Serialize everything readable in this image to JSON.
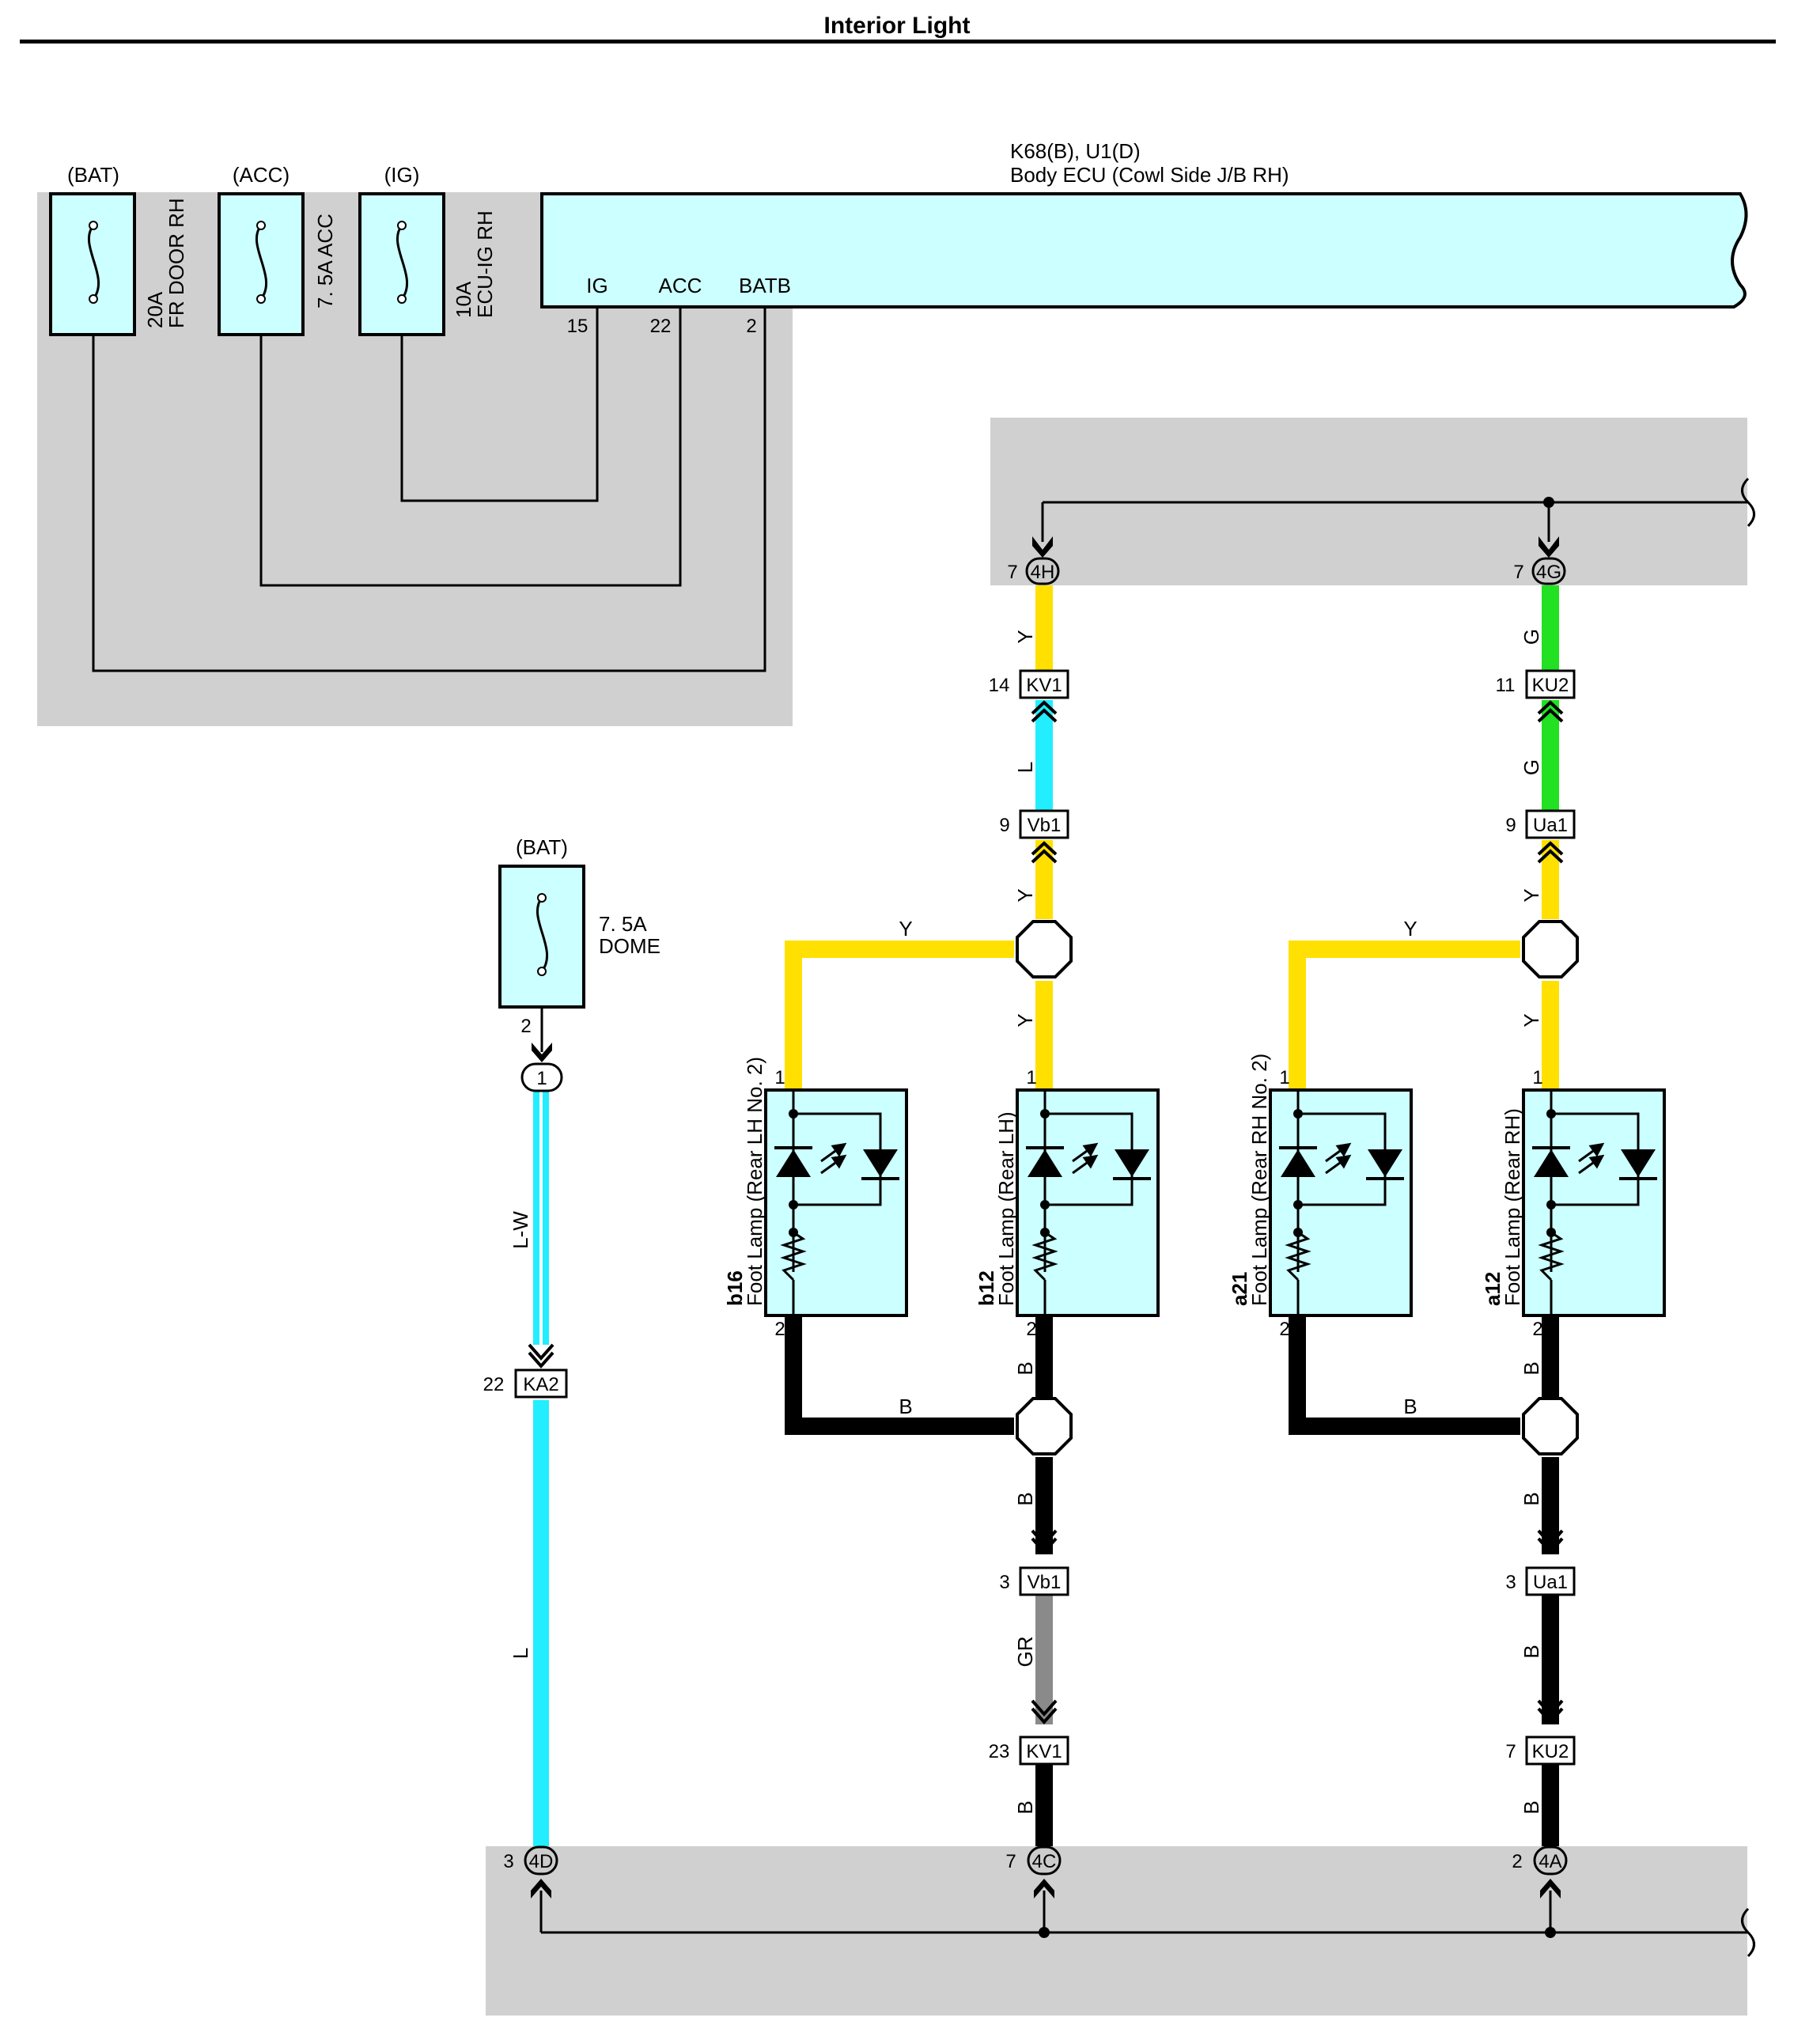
{
  "title": "Interior Light",
  "colors": {
    "Y": "#ffe000",
    "G": "#22e022",
    "L": "#22eeff",
    "B": "#000000",
    "GR": "#8a8a8a",
    "component_fill": "#ccffff",
    "area_fill": "#d0d0d0"
  },
  "fuses": {
    "fr_door": {
      "source": "(BAT)",
      "rating": "20A",
      "name": "FR DOOR RH"
    },
    "acc": {
      "source": "(ACC)",
      "rating": "7. 5A ACC"
    },
    "ecu_ig": {
      "source": "(IG)",
      "rating": "10A",
      "name": "ECU-IG RH"
    },
    "dome": {
      "source": "(BAT)",
      "rating": "7. 5A",
      "name": "DOME",
      "pin": "2"
    }
  },
  "ecu": {
    "code": "K68(B), U1(D)",
    "name": "Body ECU (Cowl Side J/B RH)",
    "terminals": [
      {
        "name": "IG",
        "pin": "15"
      },
      {
        "name": "ACC",
        "pin": "22"
      },
      {
        "name": "BATB",
        "pin": "2"
      }
    ]
  },
  "junctions": {
    "upper_lh": {
      "label": "4H",
      "pin": "7"
    },
    "upper_rh": {
      "label": "4G",
      "pin": "7"
    },
    "lower_dome": {
      "label": "4D",
      "pin": "3"
    },
    "lower_lh": {
      "label": "4C",
      "pin": "7"
    },
    "lower_rh": {
      "label": "4A",
      "pin": "2"
    },
    "dome_conn": {
      "label": "1"
    }
  },
  "connectors": {
    "kv1_top": {
      "label": "KV1",
      "pin": "14"
    },
    "ku2_top": {
      "label": "KU2",
      "pin": "11"
    },
    "vb1_top": {
      "label": "Vb1",
      "pin": "9"
    },
    "ua1_top": {
      "label": "Ua1",
      "pin": "9"
    },
    "ka2": {
      "label": "KA2",
      "pin": "22"
    },
    "vb1_bot": {
      "label": "Vb1",
      "pin": "3"
    },
    "ua1_bot": {
      "label": "Ua1",
      "pin": "3"
    },
    "kv1_bot": {
      "label": "KV1",
      "pin": "23"
    },
    "ku2_bot": {
      "label": "KU2",
      "pin": "7"
    }
  },
  "lamps": [
    {
      "code": "b16",
      "name": "Foot Lamp (Rear LH No. 2)",
      "pin_top": "1",
      "pin_bottom": "2"
    },
    {
      "code": "b12",
      "name": "Foot Lamp (Rear LH)",
      "pin_top": "1",
      "pin_bottom": "2"
    },
    {
      "code": "a21",
      "name": "Foot Lamp (Rear RH No. 2)",
      "pin_top": "1",
      "pin_bottom": "2"
    },
    {
      "code": "a12",
      "name": "Foot Lamp (Rear RH)",
      "pin_top": "1",
      "pin_bottom": "2"
    }
  ],
  "wires": {
    "lh_y_upper": "Y",
    "lh_l": "L",
    "lh_y_mid": "Y",
    "lh_y_branch": "Y",
    "lh_y_lamp": "Y",
    "rh_g_upper": "G",
    "rh_g_mid": "G",
    "rh_y_mid": "Y",
    "rh_y_branch": "Y",
    "rh_y_lamp": "Y",
    "lh_b_lamp": "B",
    "lh_b_branch": "B",
    "lh_b_down": "B",
    "lh_gr": "GR",
    "lh_b_bottom": "B",
    "rh_b_lamp": "B",
    "rh_b_branch": "B",
    "rh_b_down": "B",
    "rh_b_mid": "B",
    "rh_b_bottom": "B",
    "dome_lw": "L-W",
    "dome_l": "L"
  }
}
